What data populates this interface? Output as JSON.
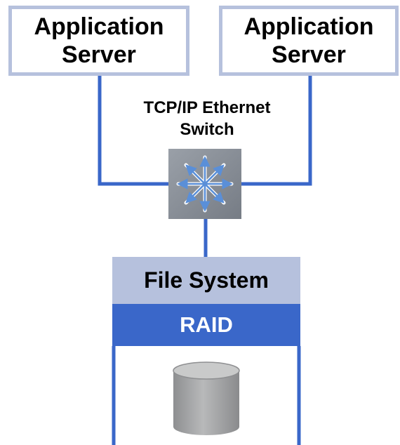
{
  "diagram": {
    "servers": [
      {
        "label": "Application\nServer"
      },
      {
        "label": "Application\nServer"
      }
    ],
    "switch": {
      "label": "TCP/IP Ethernet\nSwitch"
    },
    "storage": {
      "file_system_label": "File System",
      "raid_label": "RAID"
    },
    "colors": {
      "server_border": "#b6c1dd",
      "network_line": "#3a67c9",
      "file_system_band": "#b6c1dd",
      "raid_band": "#3a67c9",
      "switch_body": "#8a8f98",
      "disk": "#a9aaab"
    },
    "icons": {
      "switch": "network-switch-icon",
      "disk": "disk-cylinder-icon"
    }
  }
}
